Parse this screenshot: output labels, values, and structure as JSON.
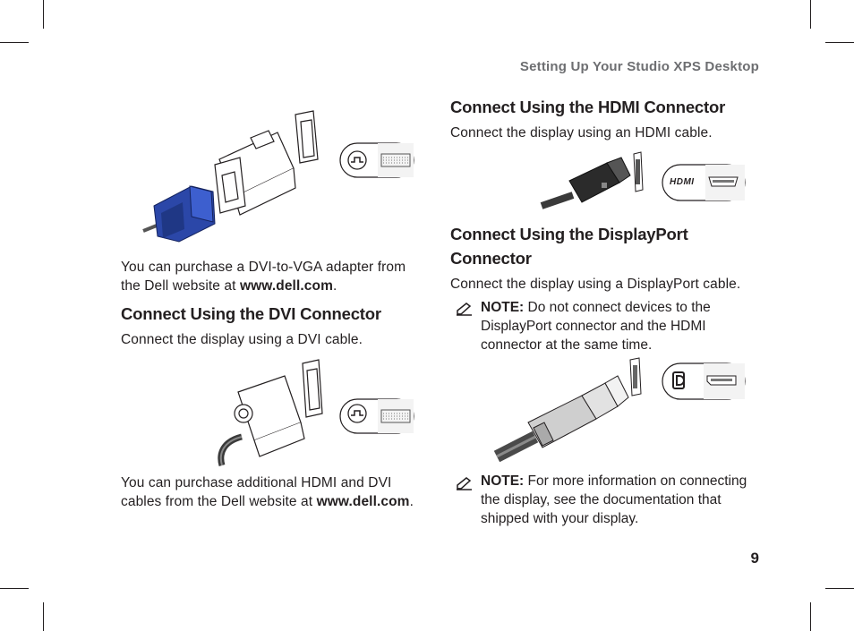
{
  "header": {
    "title": "Setting Up Your Studio XPS Desktop"
  },
  "page_number": "9",
  "left": {
    "vga_paragraph": {
      "text": "You can purchase a DVI-to-VGA adapter from the Dell website at ",
      "url": "www.dell.com",
      "tail": "."
    },
    "dvi_heading": "Connect Using the DVI Connector",
    "dvi_text": "Connect the display using a DVI cable.",
    "cables_paragraph": {
      "text": "You can purchase additional HDMI and DVI cables from the Dell website at ",
      "url": "www.dell.com",
      "tail": "."
    }
  },
  "right": {
    "hdmi_heading": "Connect Using the HDMI Connector",
    "hdmi_text": "Connect the display using an HDMI cable.",
    "hdmi_port_label": "HDMI",
    "dp_heading_line1": "Connect Using the DisplayPort",
    "dp_heading_line2": "Connector",
    "dp_text": "Connect the display using a DisplayPort cable.",
    "note1": {
      "label": "NOTE:",
      "text": " Do not connect devices to the DisplayPort connector and the HDMI connector at the same time."
    },
    "note2": {
      "label": "NOTE:",
      "text": " For more information on connecting the display, see the documentation that shipped with your display."
    }
  },
  "icons": [
    "note-pencil-icon",
    "dvi-port-icon",
    "hdmi-port-icon",
    "displayport-port-icon"
  ],
  "colors": {
    "text": "#231f20",
    "header_gray": "#6d6e71",
    "vga_blue": "#2b47a8"
  }
}
